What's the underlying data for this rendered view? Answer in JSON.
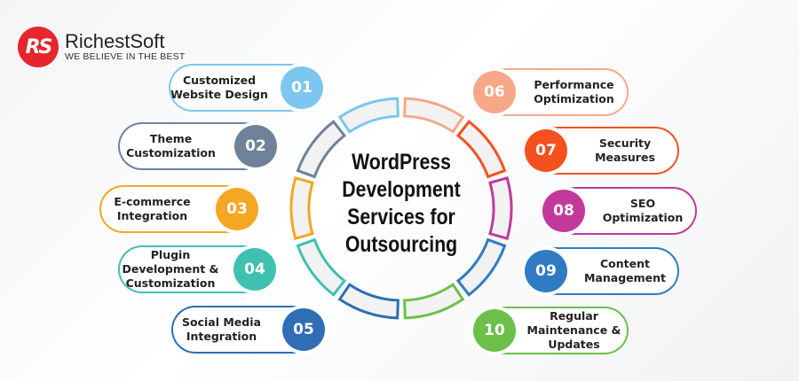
{
  "brand": {
    "name": "RichestSoft",
    "tagline": "WE BELIEVE IN THE BEST",
    "mark": "RS"
  },
  "title": "WordPress Development Services for Outsourcing",
  "items": [
    {
      "num": "01",
      "label": "Customized Website Design",
      "color": "#7cc6ef"
    },
    {
      "num": "02",
      "label": "Theme Customization",
      "color": "#6f829a"
    },
    {
      "num": "03",
      "label": "E-commerce Integration",
      "color": "#f5a623"
    },
    {
      "num": "04",
      "label": "Plugin Development & Customization",
      "color": "#3fc0b0"
    },
    {
      "num": "05",
      "label": "Social Media Integration",
      "color": "#2f6db5"
    },
    {
      "num": "06",
      "label": "Performance Optimization",
      "color": "#f7a889"
    },
    {
      "num": "07",
      "label": "Security Measures",
      "color": "#f4511e"
    },
    {
      "num": "08",
      "label": "SEO Optimization",
      "color": "#c2399b"
    },
    {
      "num": "09",
      "label": "Content Management",
      "color": "#2f7cc3"
    },
    {
      "num": "10",
      "label": "Regular Maintenance & Updates",
      "color": "#6cc04a"
    }
  ]
}
